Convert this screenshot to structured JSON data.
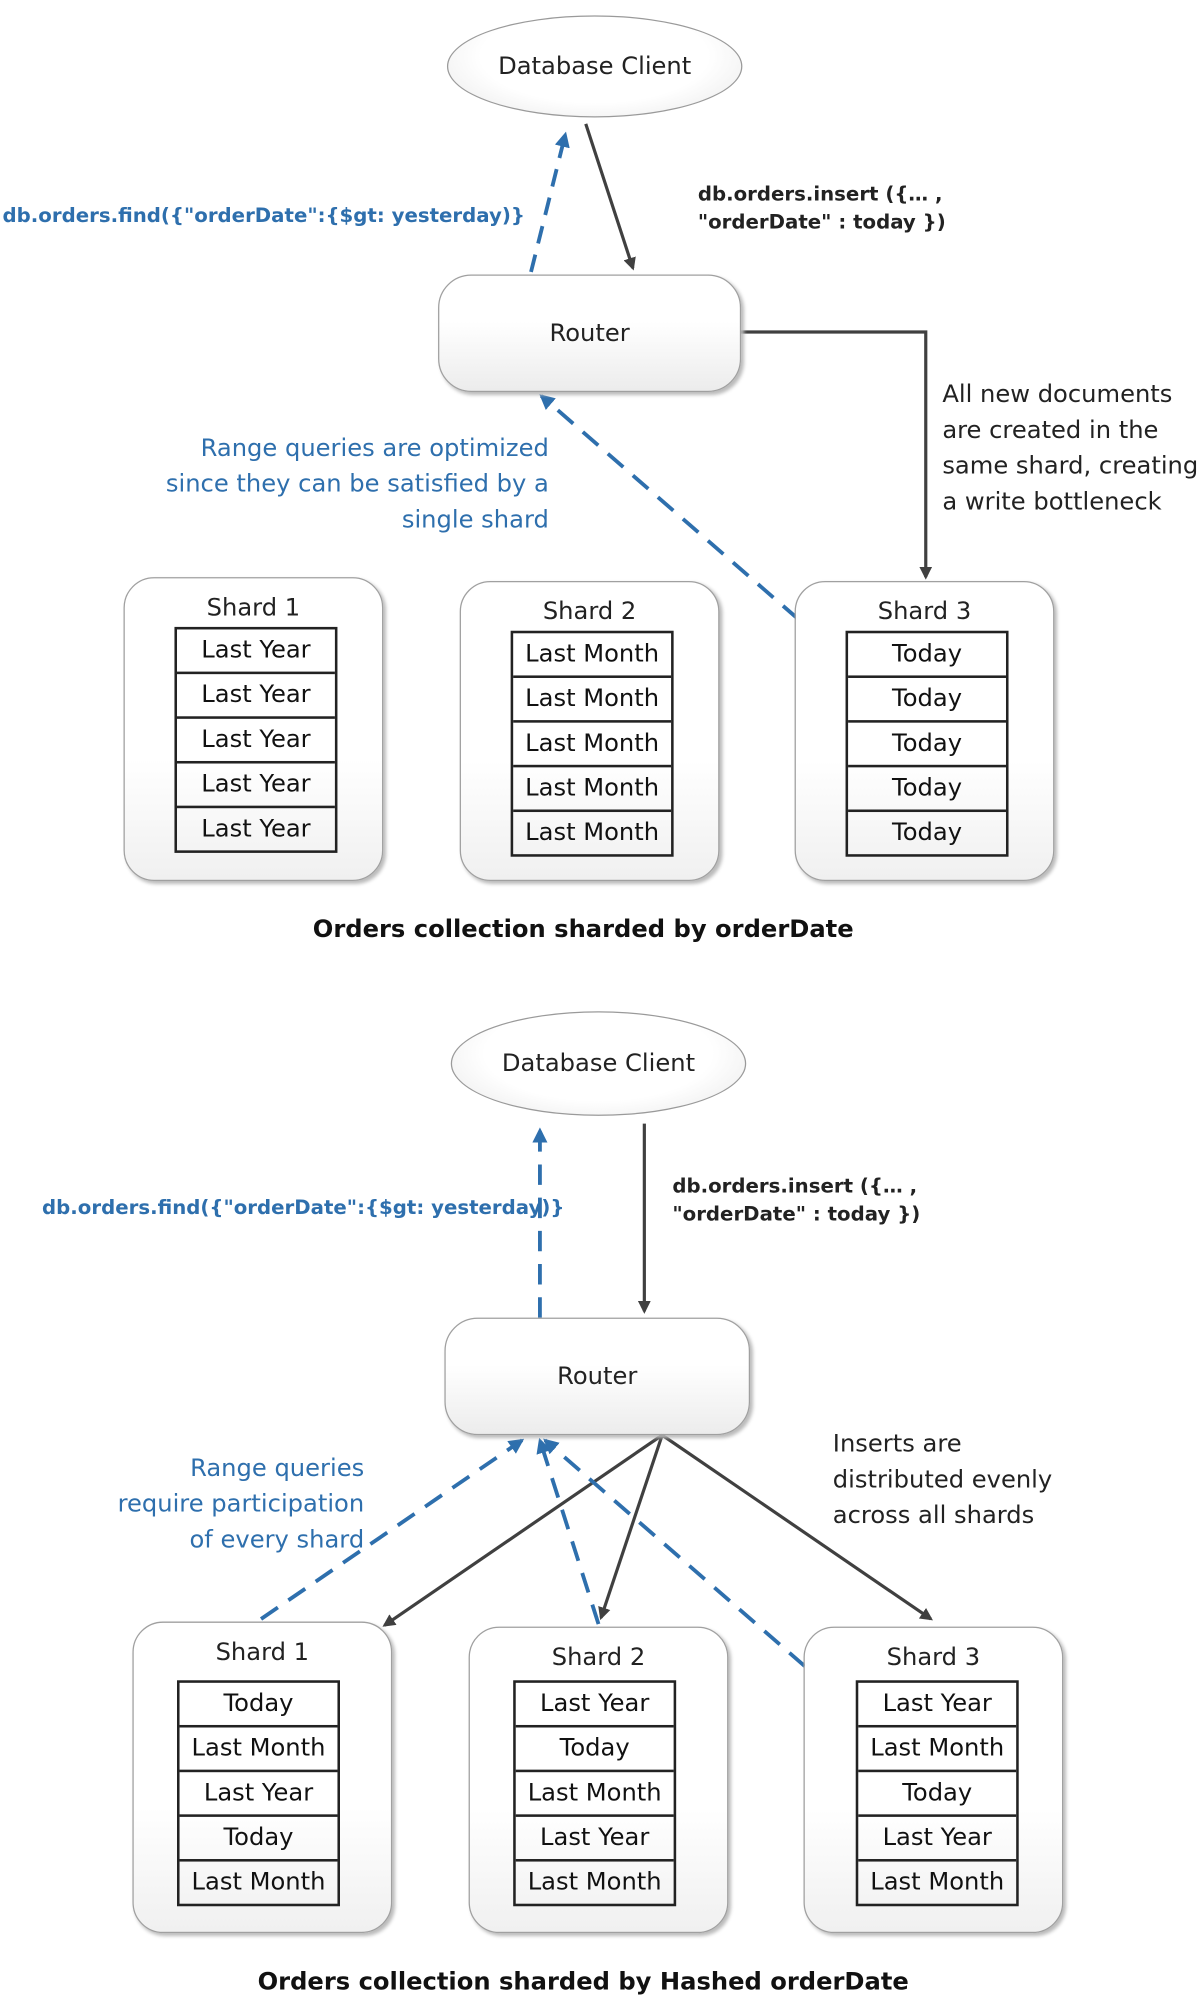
{
  "top": {
    "client_label": "Database Client",
    "router_label": "Router",
    "find_query": "db.orders.find({\"orderDate\":{$gt: yesterday)}",
    "insert_line1": "db.orders.insert ({… ,",
    "insert_line2": "\"orderDate\" : today })",
    "range_note": [
      "Range queries are optimized",
      "since they can be satisfied by a",
      "single shard"
    ],
    "write_note": [
      "All new documents",
      "are created in the",
      "same shard, creating",
      "a write bottleneck"
    ],
    "shards": [
      {
        "title": "Shard 1",
        "rows": [
          "Last Year",
          "Last Year",
          "Last Year",
          "Last Year",
          "Last Year"
        ]
      },
      {
        "title": "Shard 2",
        "rows": [
          "Last Month",
          "Last Month",
          "Last Month",
          "Last Month",
          "Last Month"
        ]
      },
      {
        "title": "Shard 3",
        "rows": [
          "Today",
          "Today",
          "Today",
          "Today",
          "Today"
        ]
      }
    ],
    "caption": "Orders collection sharded by orderDate"
  },
  "bottom": {
    "client_label": "Database Client",
    "router_label": "Router",
    "find_query": "db.orders.find({\"orderDate\":{$gt: yesterday)}",
    "insert_line1": "db.orders.insert ({… ,",
    "insert_line2": "\"orderDate\" : today })",
    "range_note": [
      "Range queries",
      "require participation",
      "of every shard"
    ],
    "insert_note": [
      "Inserts are",
      "distributed evenly",
      "across all shards"
    ],
    "shards": [
      {
        "title": "Shard 1",
        "rows": [
          "Today",
          "Last Month",
          "Last Year",
          "Today",
          "Last Month"
        ]
      },
      {
        "title": "Shard 2",
        "rows": [
          "Last Year",
          "Today",
          "Last Month",
          "Last Year",
          "Last Month"
        ]
      },
      {
        "title": "Shard 3",
        "rows": [
          "Last Year",
          "Last Month",
          "Today",
          "Last Year",
          "Last Month"
        ]
      }
    ],
    "caption": "Orders collection sharded by Hashed orderDate"
  },
  "colors": {
    "query_blue": "#2e6fad",
    "insert_dark": "#404040"
  }
}
